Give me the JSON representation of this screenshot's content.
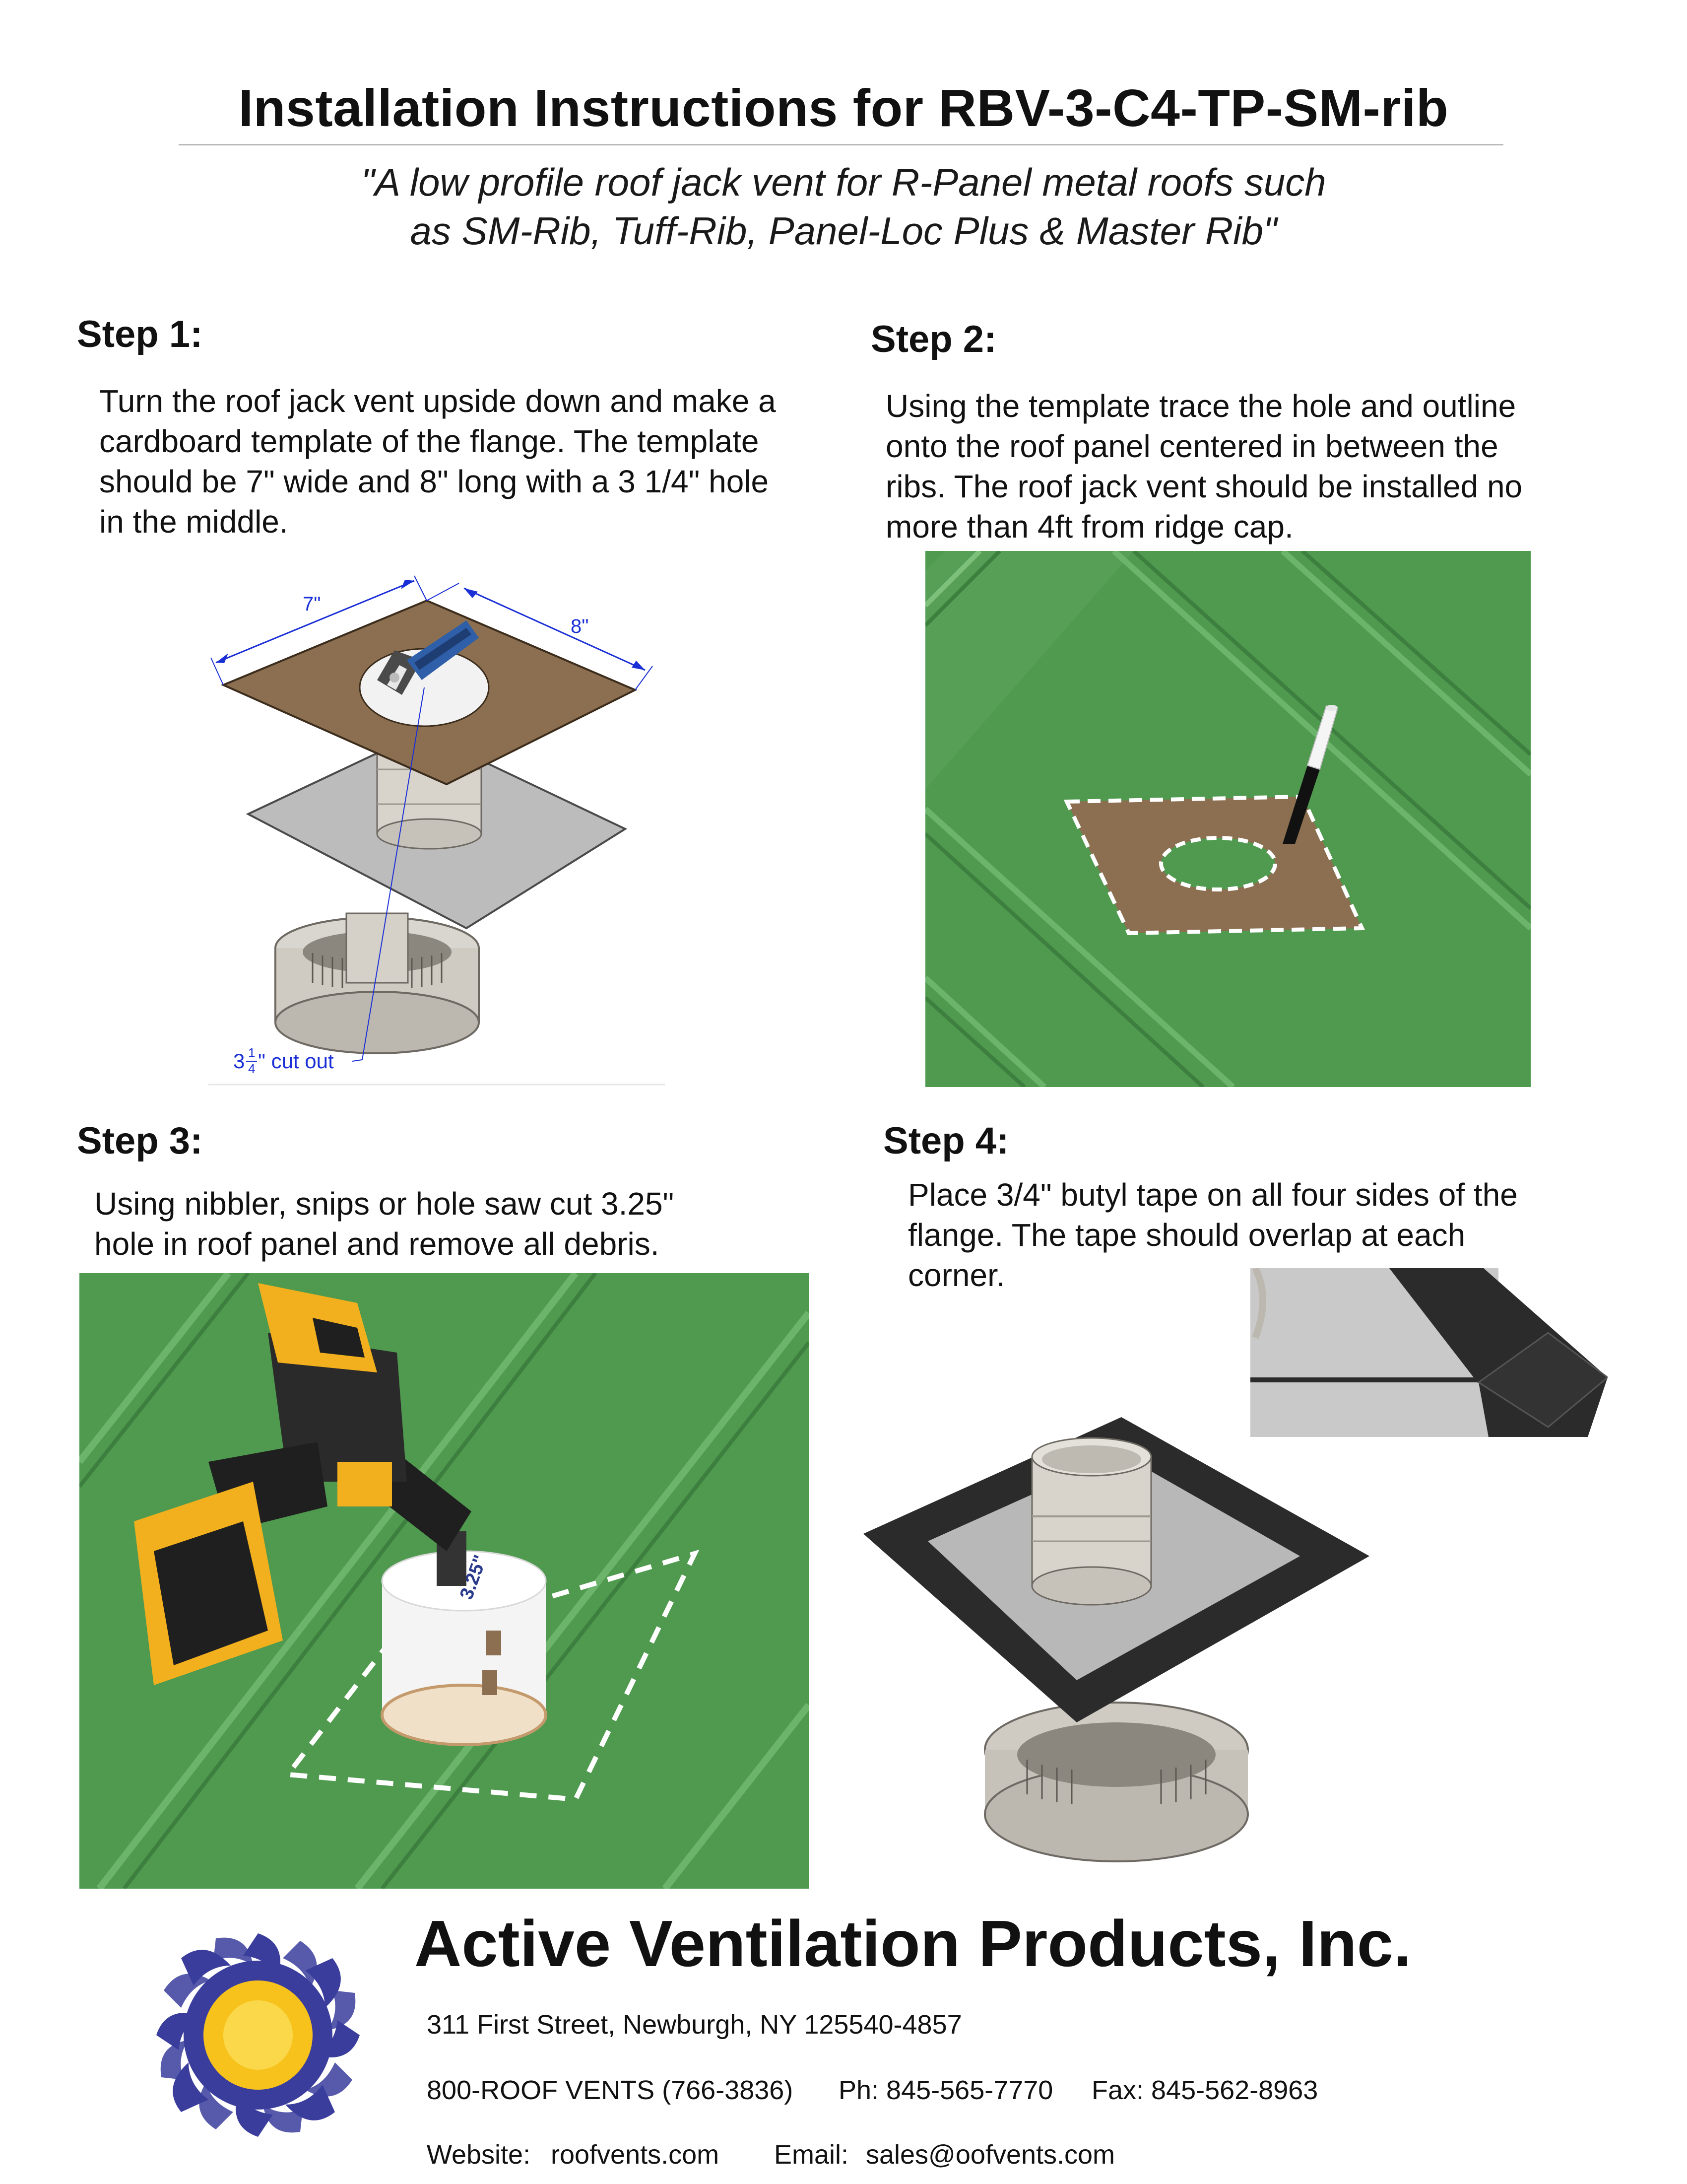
{
  "header": {
    "title": "Installation Instructions for RBV-3-C4-TP-SM-rib",
    "subtitle_line1": "\"A low profile roof jack vent for R-Panel metal roofs such",
    "subtitle_line2": "as SM-Rib, Tuff-Rib, Panel-Loc Plus & Master Rib\""
  },
  "steps": [
    {
      "heading": "Step 1:",
      "lines": [
        "Turn the roof jack vent upside down and make a",
        "cardboard template of the flange. The template",
        "should be 7\" wide and 8\" long with a 3 1/4\" hole",
        "in the middle."
      ],
      "figure": {
        "dim_width": "7\"",
        "dim_length": "8\"",
        "cutout_whole": "3",
        "cutout_num": "1",
        "cutout_den": "4",
        "cutout_suffix": "\" cut out"
      }
    },
    {
      "heading": "Step 2:",
      "lines": [
        "Using the template trace the hole and outline",
        "onto the roof panel centered in between the",
        "ribs. The roof jack vent should be installed no",
        "more than 4ft from ridge cap."
      ]
    },
    {
      "heading": "Step 3:",
      "lines": [
        "Using nibbler, snips or hole saw cut 3.25\"",
        "hole in roof panel and remove all debris."
      ],
      "figure": {
        "holesaw_label": "3.25\""
      }
    },
    {
      "heading": "Step 4:",
      "lines": [
        "Place 3/4\" butyl tape on all four sides of the",
        "flange. The tape should overlap at each",
        "corner."
      ]
    }
  ],
  "footer": {
    "company": "Active Ventilation Products, Inc.",
    "address": "311 First Street, Newburgh, NY 125540-4857",
    "tollfree": "800-ROOF VENTS (766-3836)",
    "phone": "Ph: 845-565-7770",
    "fax": "Fax: 845-562-8963",
    "website_label": "Website:",
    "website": "roofvents.com",
    "email_label": "Email:",
    "email": "sales@oofvents.com"
  },
  "colors": {
    "roof_green": "#4f9a4f",
    "roof_rib_light": "#6cb36c",
    "roof_rib_dark": "#3d7f3f",
    "cardboard": "#8b6f50",
    "dimension_blue": "#1a2fd6",
    "butyl_tape": "#2b2b2b",
    "flange_gray": "#b8b8b8",
    "drill_yellow": "#f2b01e",
    "logo_blue": "#3a3d9c",
    "logo_sun": "#f6c21b"
  },
  "icons": [
    "utility-knife-icon",
    "pencil-marker-icon",
    "cordless-drill-icon",
    "hole-saw-icon",
    "sun-logo-icon"
  ]
}
